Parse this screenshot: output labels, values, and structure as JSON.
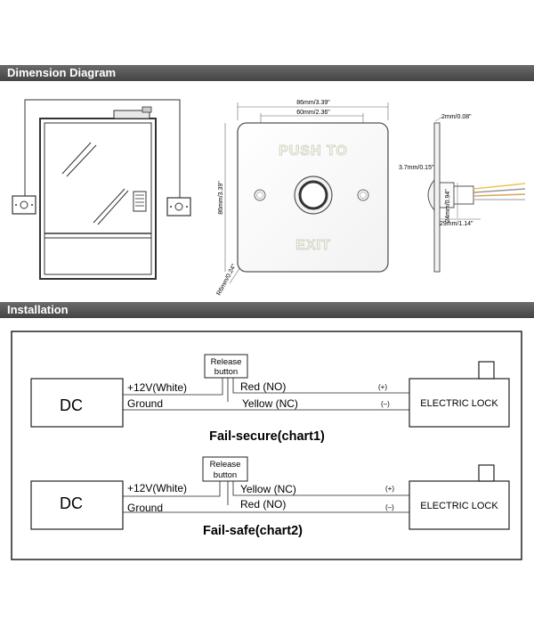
{
  "sections": {
    "dimension_title": "Dimension Diagram",
    "installation_title": "Installation"
  },
  "dimensions": {
    "width_label": "86mm/3.39\"",
    "inner_width_label": "60mm/2.36\"",
    "height_label": "86mm/3.39\"",
    "corner_label": "R6mm/0.24\"",
    "plate_thickness_label": "2mm/0.08\"",
    "button_depth_label": "3.7mm/0.15\"",
    "body_diameter_label": "24mm/0.94\"",
    "body_length_label": "29mm/1.14\"",
    "plate_top_text": "PUSH TO",
    "plate_bottom_text": "EXIT"
  },
  "charts": {
    "chart1": {
      "title": "Fail-secure(chart1)",
      "dc_label": "DC",
      "lock_label": "ELECTRIC LOCK",
      "release_label_line1": "Release",
      "release_label_line2": "button",
      "wire_positive": "+12V(White)",
      "wire_ground": "Ground",
      "wire_top": "Red (NO)",
      "wire_bottom": "Yellow (NC)",
      "polarity_top": "(+)",
      "polarity_bottom": "(–)"
    },
    "chart2": {
      "title": "Fail-safe(chart2)",
      "dc_label": "DC",
      "lock_label": "ELECTRIC LOCK",
      "release_label_line1": "Release",
      "release_label_line2": "button",
      "wire_positive": "+12V(White)",
      "wire_ground": "Ground",
      "wire_top": "Yellow (NC)",
      "wire_bottom": "Red (NO)",
      "polarity_top": "(+)",
      "polarity_bottom": "(–)"
    }
  }
}
